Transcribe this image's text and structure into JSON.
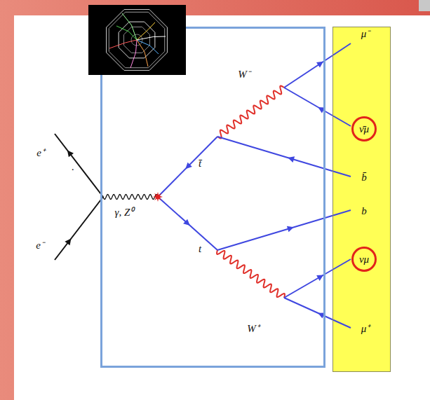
{
  "diagram": {
    "nodes": [
      {
        "text": [
          "W⁻",
          "t̄",
          "γ, Z⁰",
          "t",
          "W⁺"
        ]
      },
      {
        "text": [
          "μ⁻",
          "b̄",
          "b",
          "μ⁺"
        ]
      },
      {
        "text": [
          "ν̄μ"
        ],
        "in": 1
      },
      {
        "text": [
          "νμ"
        ],
        "in": 1
      }
    ],
    "labels": [
      "e⁺",
      "e⁻",
      "."
    ]
  }
}
